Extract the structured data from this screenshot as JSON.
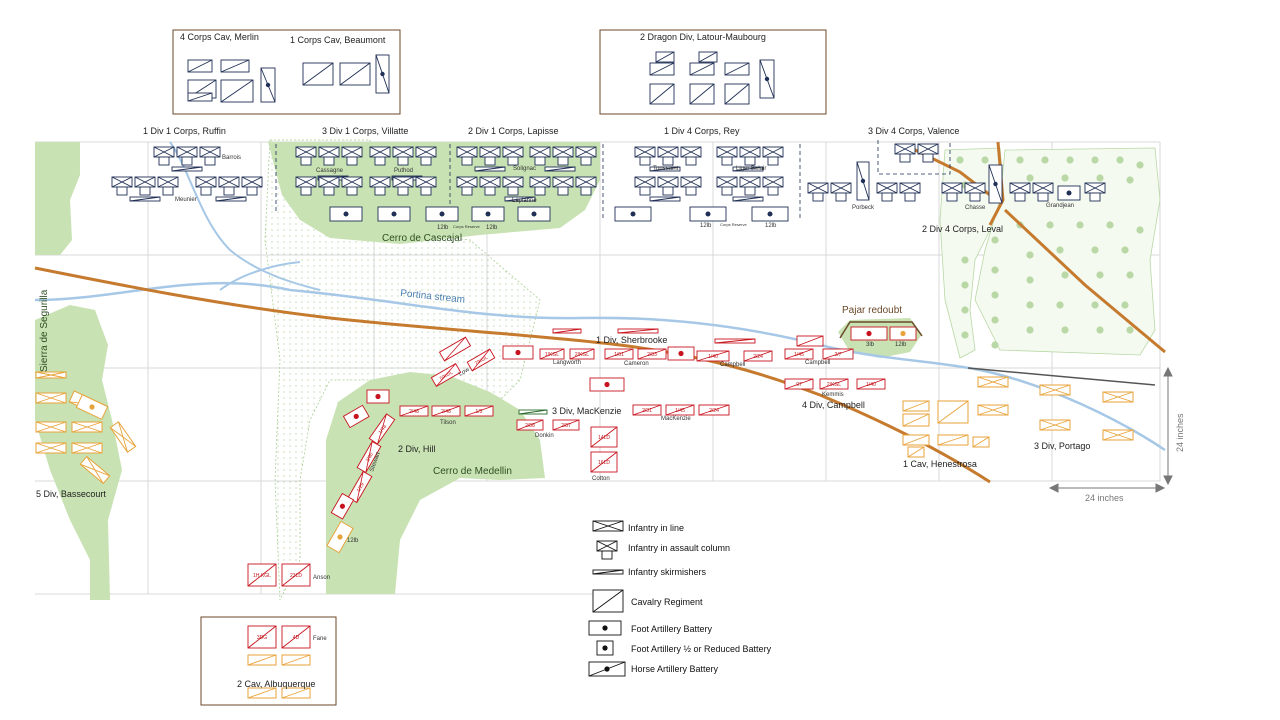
{
  "colors": {
    "french": "#1f2f55",
    "british": "#c8141e",
    "spanish": "#e8a33a",
    "hill": "#c8e2b3",
    "river": "#a6c8e6",
    "road": "#c57a2e",
    "grid": "#d6d6d6",
    "box": "#6b4a2a"
  },
  "reserve_boxes": {
    "left_a": "4 Corps Cav, Merlin",
    "left_b": "1 Corps Cav, Beaumont",
    "right": "2 Dragon Div, Latour-Maubourg",
    "bottom": "2 Cav, Albuquerque",
    "bottom_units": [
      "3DG",
      "4D",
      "Fane"
    ]
  },
  "french_divisions": {
    "ruffin": "1 Div 1 Corps, Ruffin",
    "villatte": "3 Div 1 Corps, Villatte",
    "lapisse": "2 Div 1 Corps, Lapisse",
    "rey": "1 Div 4 Corps, Rey",
    "valence": "3 Div 4 Corps, Valence",
    "leval": "2 Div 4 Corps, Leval"
  },
  "french_brigades": [
    "Barrois",
    "Meunier",
    "Cassagne",
    "Puthod",
    "Solignac",
    "Laplanne",
    "Toussaint",
    "Liger Belair",
    "Porbeck",
    "Chasse",
    "Grandjean"
  ],
  "french_small": {
    "battery_12lb_a": "12lb",
    "reserve_a": "Corps Reserve",
    "battery_12lb_b": "12lb",
    "battery_12lb_c": "12lb",
    "reserve_b": "Corps Reserve",
    "battery_12lb_d": "12lb"
  },
  "terrain": {
    "cascajal": "Cerro de Cascajal",
    "medellin": "Cerro de Medellin",
    "portina": "Portina stream",
    "pajar": "Pajar redoubt",
    "segurilla": "Sierra de Segurilla"
  },
  "allied_divisions": {
    "sherbrooke": "1 Div, Sherbrooke",
    "mackenzie": "3 Div, MacKenzie",
    "campbell": "4 Div, Campbell",
    "hill": "2 Div, Hill",
    "henestrosa": "1 Cav, Henestrosa",
    "portago": "3 Div, Portago",
    "bassecourt": "5 Div, Bassecourt"
  },
  "allied_brigades": [
    "Langworth",
    "Cameron",
    "Campbell",
    "Kemmis",
    "MacKenzie",
    "Donkin",
    "Tilson",
    "Low",
    "Stewart",
    "Cotton",
    "Anson"
  ],
  "allied_units": {
    "sherbrooke_line": [
      "1/KGL",
      "2/KGL",
      "1/61",
      "2/83",
      "1/40",
      "2/24",
      "1/45",
      "2/7"
    ],
    "mackenzie_line": [
      "2/31",
      "1/45",
      "2/24"
    ],
    "hill_line": [
      "2/48",
      "2/48",
      "1/3"
    ],
    "low_units": [
      "5/KGL",
      "7/KGL"
    ],
    "stewart_units": [
      "1/48",
      "2/66",
      "1/29"
    ],
    "donkin_units": [
      "2/88",
      "2/87"
    ],
    "kemmis_units": [
      "97",
      "2/KGL",
      "1/40"
    ],
    "cav_units": [
      "14LD",
      "16LD"
    ],
    "anson_units": [
      "1H KGL",
      "23LD"
    ],
    "battery_3lb": "3lb",
    "battery_12lb_pajar": "12lb",
    "battery_12lb_hill": "12lb"
  },
  "scale": {
    "vertical": "24 inches",
    "horizontal": "24 inches"
  },
  "legend": [
    {
      "icon": "line-icon",
      "label": "Infantry in line"
    },
    {
      "icon": "column-icon",
      "label": "Infantry in assault column"
    },
    {
      "icon": "skirmish-icon",
      "label": "Infantry skirmishers"
    },
    {
      "icon": "cavalry-icon",
      "label": "Cavalry Regiment"
    },
    {
      "icon": "foot-battery-icon",
      "label": "Foot Artillery Battery"
    },
    {
      "icon": "half-battery-icon",
      "label": "Foot Artillery ½ or Reduced Battery"
    },
    {
      "icon": "horse-battery-icon",
      "label": "Horse Artillery Battery"
    }
  ]
}
